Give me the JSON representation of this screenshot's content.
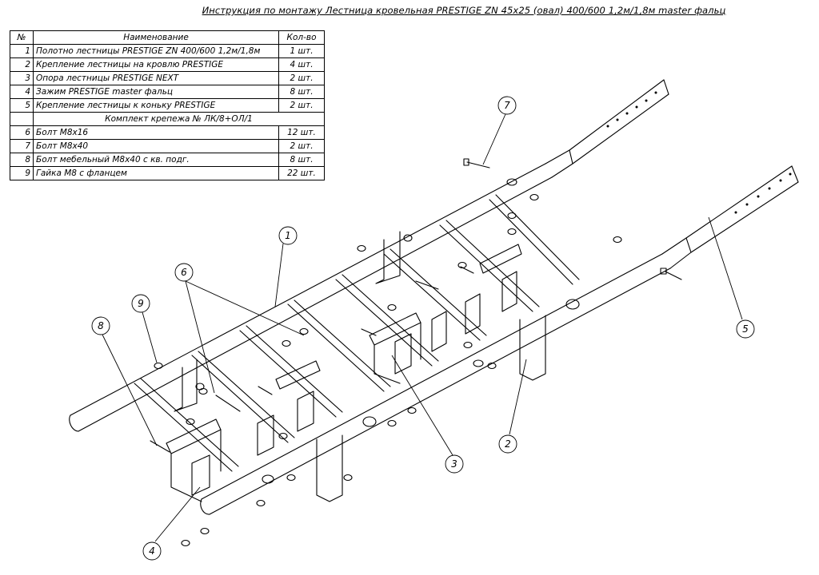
{
  "title": "Инструкция по монтажу Лестница кровельная PRESTIGE ZN  45х25 (овал) 400/600 1,2м/1,8м master фальц",
  "table": {
    "header": {
      "num": "№",
      "name": "Наименование",
      "qty": "Кол-во"
    },
    "rows": [
      {
        "num": "1",
        "name": "Полотно лестницы PRESTIGE ZN 400/600 1,2м/1,8м",
        "qty": "1 шт."
      },
      {
        "num": "2",
        "name": "Крепление лестницы на кровлю PRESTIGE",
        "qty": "4 шт."
      },
      {
        "num": "3",
        "name": "Опора лестницы PRESTIGE NEXT",
        "qty": "2 шт."
      },
      {
        "num": "4",
        "name": "Зажим PRESTIGE master фальц",
        "qty": "8 шт."
      },
      {
        "num": "5",
        "name": "Крепление лестницы к коньку PRESTIGE",
        "qty": "2 шт."
      }
    ],
    "group_label": "Комплект крепежа № ЛК/8+ОЛ/1",
    "rows2": [
      {
        "num": "6",
        "name": "Болт М8х16",
        "qty": "12 шт."
      },
      {
        "num": "7",
        "name": "Болт М8х40",
        "qty": "2 шт."
      },
      {
        "num": "8",
        "name": "Болт мебельный М8х40 с кв. подг.",
        "qty": "8 шт."
      },
      {
        "num": "9",
        "name": "Гайка М8 с фланцем",
        "qty": "22 шт."
      }
    ]
  },
  "callouts": {
    "c1": "1",
    "c2": "2",
    "c3": "3",
    "c4": "4",
    "c5": "5",
    "c6": "6",
    "c7": "7",
    "c8": "8",
    "c9": "9"
  }
}
